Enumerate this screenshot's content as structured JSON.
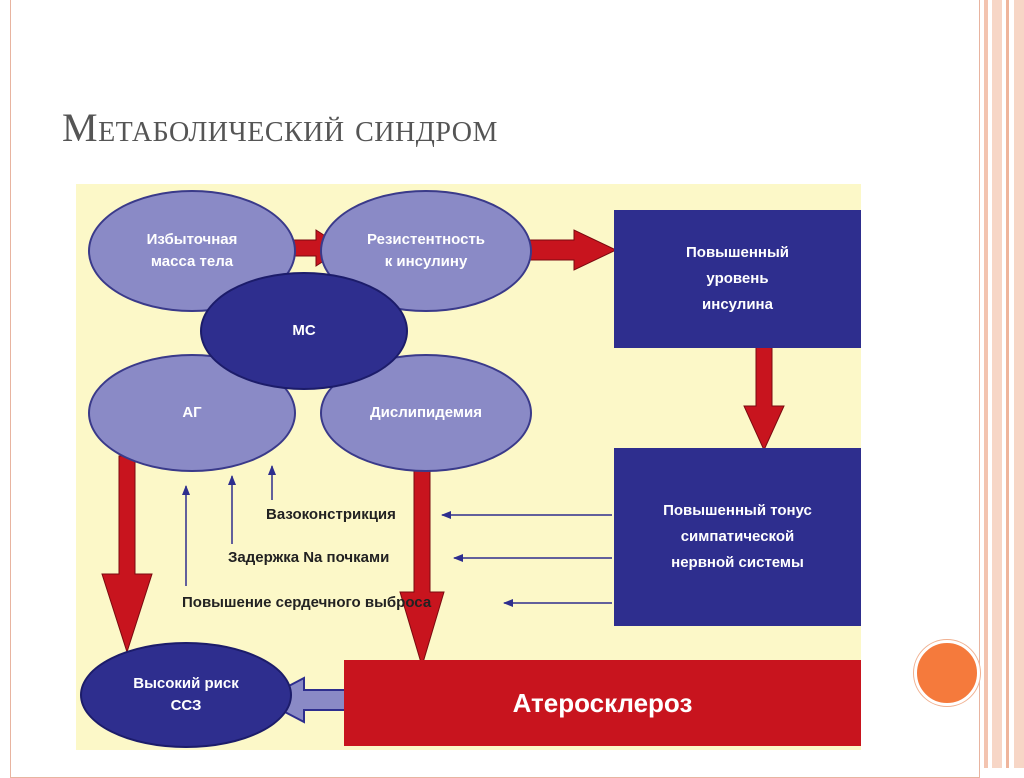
{
  "slide": {
    "title": "Метаболический синдром"
  },
  "diagram": {
    "nodes": {
      "excess_weight": "Избыточная\nмасса тела",
      "insulin_resistance": "Резистентность\nк инсулину",
      "ms": "МС",
      "ag": "АГ",
      "dyslipidemia": "Дислипидемия",
      "high_insulin": "Повышенный\nуровень\nинсулина",
      "sympathetic_tone": "Повышенный тонус\nсимпатической\nнервной системы",
      "high_risk": "Высокий риск\nССЗ",
      "atherosclerosis": "Атеросклероз"
    },
    "labels": {
      "vasoconstriction": "Вазоконстрикция",
      "sodium_retention": "Задержка Na почками",
      "cardiac_output": "Повышение сердечного выброса"
    },
    "colors": {
      "background": "#fcf8c8",
      "light_node": "#8a8ac6",
      "dark_node": "#2e2e8e",
      "red_arrow": "#c8141e",
      "thin_arrow": "#2e2e8e"
    }
  }
}
